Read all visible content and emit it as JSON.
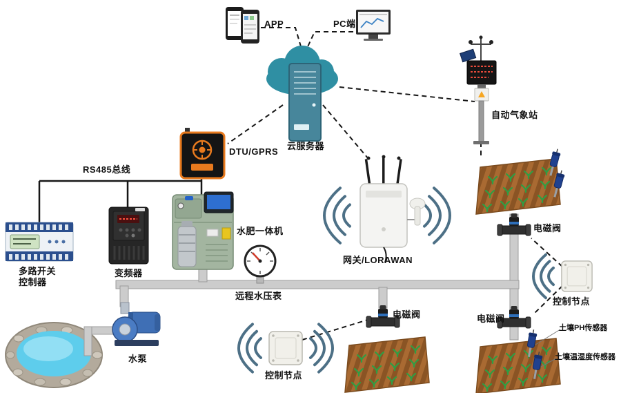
{
  "diagram": {
    "top": {
      "app_label": "APP",
      "pc_label": "PC端",
      "cloud_label": "云服务器",
      "weather_label": "自动气象站"
    },
    "left": {
      "dtu_label": "DTU/GPRS",
      "bus_label": "RS485总线",
      "controller_label_line1": "多路开关",
      "controller_label_line2": "控制器",
      "vfd_label": "变频器",
      "fertigation_label": "水肥一体机",
      "pump_label": "水泵"
    },
    "center": {
      "gateway_label": "网关/LORAWAN",
      "gauge_label": "远程水压表",
      "control_node_label": "控制节点",
      "valve_label": "电磁阀"
    },
    "right": {
      "control_node_label": "控制节点",
      "valve_top_label": "电磁阀",
      "valve_bottom_label": "电磁阀",
      "soil_ph_label": "土壤PH传感器",
      "soil_moisture_label": "土壤温湿度传感器"
    },
    "icons": {
      "cloud_server": "cloud-with-server-tower",
      "wireless_wave": "wifi-arc",
      "valve": "solenoid-valve",
      "soil_sensor": "soil-probe",
      "field": "crop-field",
      "pool": "water-reservoir"
    },
    "colors": {
      "cloud_teal": "#2f8fa3",
      "server_teal": "#47869b",
      "wifi_wave": "#4d7086",
      "pipe_gray": "#cccccc",
      "soil_brown": "#a96a32",
      "plant_green": "#2f9e44",
      "water_blue": "#5ecdec",
      "dtu_orange": "#e87a1e",
      "pump_blue": "#3f6fb5",
      "valve_dark": "#2f2f2f"
    }
  }
}
